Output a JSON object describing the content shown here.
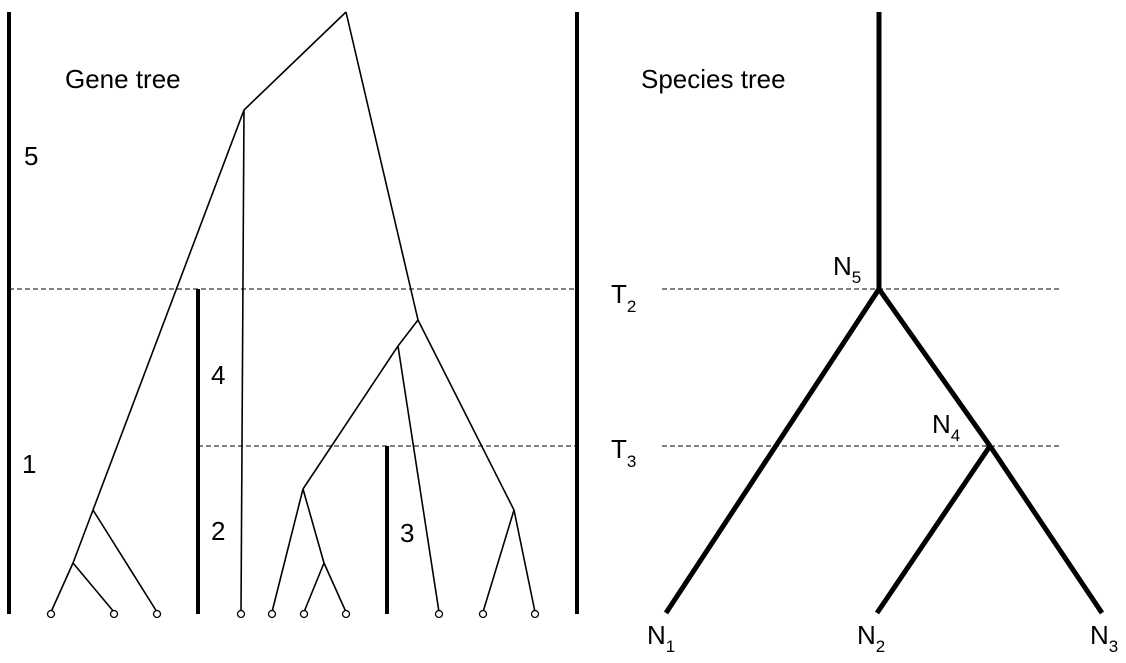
{
  "gene_tree": {
    "title": "Gene tree",
    "population_labels": {
      "p5": "5",
      "p1": "1",
      "p4": "4",
      "p2": "2",
      "p3": "3"
    }
  },
  "species_tree": {
    "title": "Species tree",
    "time_labels": [
      {
        "main": "T",
        "sub": "2"
      },
      {
        "main": "T",
        "sub": "3"
      }
    ],
    "node_labels": [
      {
        "main": "N",
        "sub": "5"
      },
      {
        "main": "N",
        "sub": "4"
      },
      {
        "main": "N",
        "sub": "1"
      },
      {
        "main": "N",
        "sub": "2"
      },
      {
        "main": "N",
        "sub": "3"
      }
    ]
  },
  "colors": {
    "line": "#000000",
    "background": "#ffffff",
    "tip_fill": "#ffffff"
  }
}
